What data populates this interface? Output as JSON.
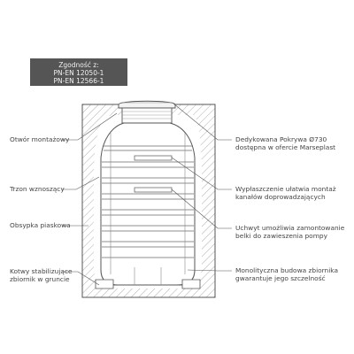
{
  "standards": {
    "heading": "Zgodność z:",
    "items": [
      "PN-EN 12050-1",
      "PN-EN 12566-1"
    ]
  },
  "labels": {
    "left": [
      "Otwór montażowy",
      "Trzon wznoszący",
      "Obsypka piaskowa",
      "Kotwy stabilizujące",
      "zbiornik w gruncie"
    ],
    "right": [
      "Dedykowana Pokrywa Ø730",
      "dostępna w ofercie Marseplast",
      "Wypłaszczenie ułatwia montaż",
      "kanałów doprowadzających",
      "Uchwyt umożliwia zamontowanie",
      "belki do zawieszenia pompy",
      "Monolityczna budowa zbiornika",
      "gwarantuje jego szczelność"
    ]
  },
  "colors": {
    "outline": "#555555",
    "hatch": "#9a9a9a",
    "badge_bg": "#555555",
    "badge_text": "#f2f2f2",
    "label_text": "#444444"
  }
}
